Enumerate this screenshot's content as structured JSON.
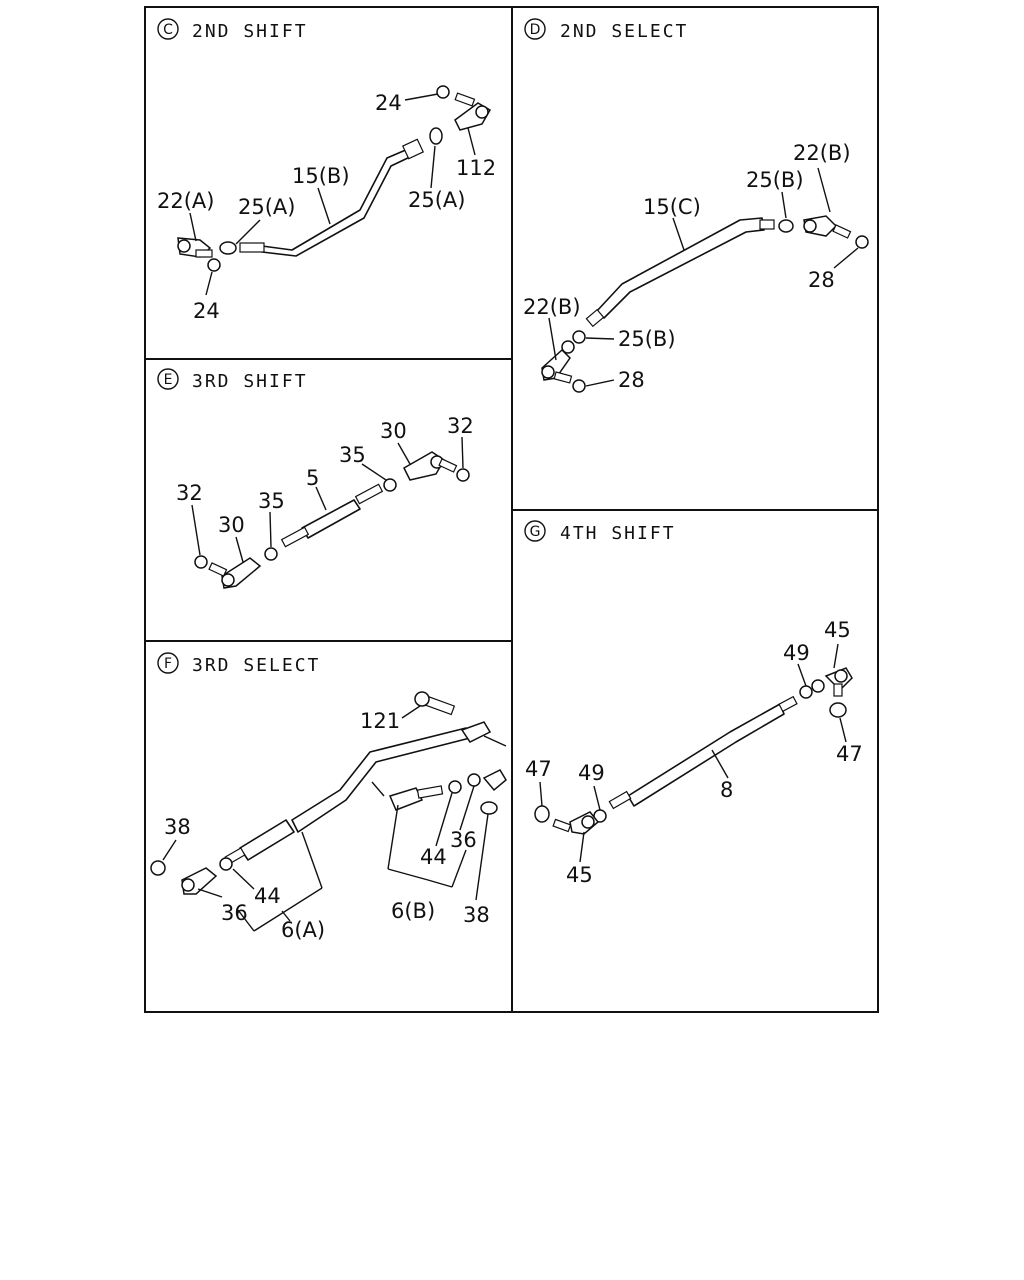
{
  "panels": {
    "c": {
      "badge": "C",
      "title": "2ND SHIFT",
      "labels": {
        "l24a": "24",
        "l112": "112",
        "l15b": "15(B)",
        "l25a1": "25(A)",
        "l25a2": "25(A)",
        "l22a": "22(A)",
        "l24b": "24"
      }
    },
    "d": {
      "badge": "D",
      "title": "2ND SELECT",
      "labels": {
        "l22b1": "22(B)",
        "l25b1": "25(B)",
        "l15c": "15(C)",
        "l28a": "28",
        "l22b2": "22(B)",
        "l25b2": "25(B)",
        "l28b": "28"
      }
    },
    "e": {
      "badge": "E",
      "title": "3RD SHIFT",
      "labels": {
        "l30a": "30",
        "l32a": "32",
        "l35a": "35",
        "l5": "5",
        "l32b": "32",
        "l35b": "35",
        "l30b": "30"
      }
    },
    "f": {
      "badge": "F",
      "title": "3RD SELECT",
      "labels": {
        "l121": "121",
        "l38a": "38",
        "l44a": "44",
        "l36a": "36",
        "l6a": "6(A)",
        "l44b": "44",
        "l36b": "36",
        "l6b": "6(B)",
        "l38b": "38"
      }
    },
    "g": {
      "badge": "G",
      "title": "4TH SHIFT",
      "labels": {
        "l45a": "45",
        "l49a": "49",
        "l47a": "47",
        "l8": "8",
        "l47b": "47",
        "l49b": "49",
        "l45b": "45"
      }
    }
  }
}
